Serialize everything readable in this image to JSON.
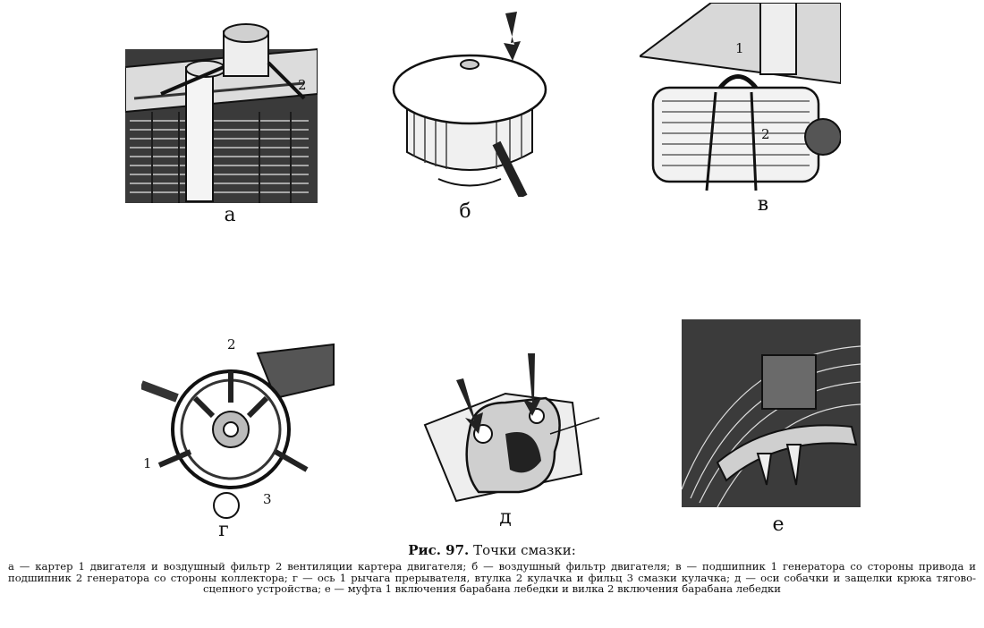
{
  "figures": [
    {
      "letter": "а",
      "callouts": [
        "2"
      ]
    },
    {
      "letter": "б",
      "callouts": []
    },
    {
      "letter": "в",
      "callouts": [
        "1",
        "2"
      ]
    },
    {
      "letter": "г",
      "callouts": [
        "2",
        "1",
        "3"
      ]
    },
    {
      "letter": "д",
      "callouts": []
    },
    {
      "letter": "е",
      "callouts": []
    }
  ],
  "caption": {
    "label": "Рис. 97.",
    "title": "Точки смазки:",
    "text": "а — картер 1 двигателя и воздушный фильтр 2 вентиляции картера двигателя; б — воздушный фильтр двигателя; в — подшипник 1 генератора со стороны привода и подшипник 2 генератора со стороны коллектора; г — ось 1 рычага прерывателя, втулка 2 кулачка и фильц 3 смазки кулачка; д — оси собачки и защелки крюка тягово-сцепного устройства; е — муфта 1 включения барабана лебедки и вилка 2 включения барабана лебедки"
  }
}
